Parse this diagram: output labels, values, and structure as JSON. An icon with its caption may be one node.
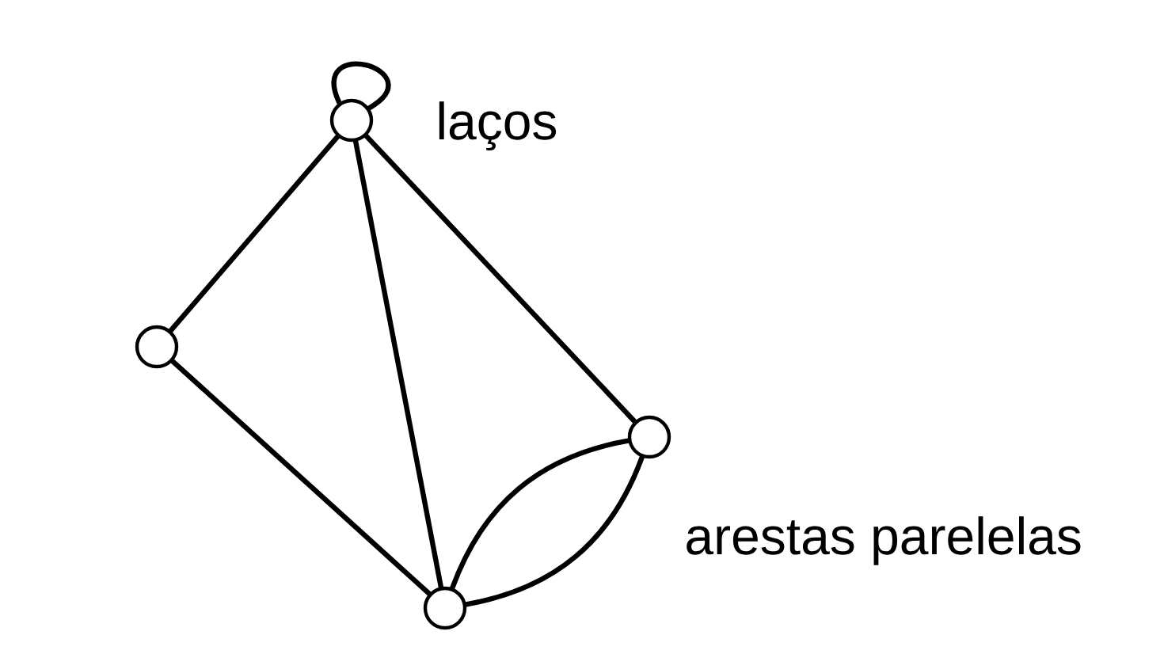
{
  "diagram": {
    "nodes": [
      {
        "text": [],
        "shape": "circle"
      },
      {
        "text": [],
        "shape": "circle"
      },
      {
        "text": [],
        "shape": "circle"
      },
      {
        "text": [],
        "shape": "circle"
      }
    ],
    "edges": [
      {
        "from": 0,
        "to": 0,
        "arrow": "none"
      },
      {
        "from": 0,
        "to": 1,
        "arrow": "none"
      },
      {
        "from": 0,
        "to": 3,
        "arrow": "none"
      },
      {
        "from": 0,
        "to": 2,
        "arrow": "none"
      },
      {
        "from": 1,
        "to": 3,
        "arrow": "none"
      },
      {
        "from": 3,
        "to": 2,
        "arrow": "none"
      },
      {
        "from": 3,
        "to": 2,
        "arrow": "none"
      }
    ],
    "labels": [
      "laços",
      "arestas parelelas"
    ]
  }
}
